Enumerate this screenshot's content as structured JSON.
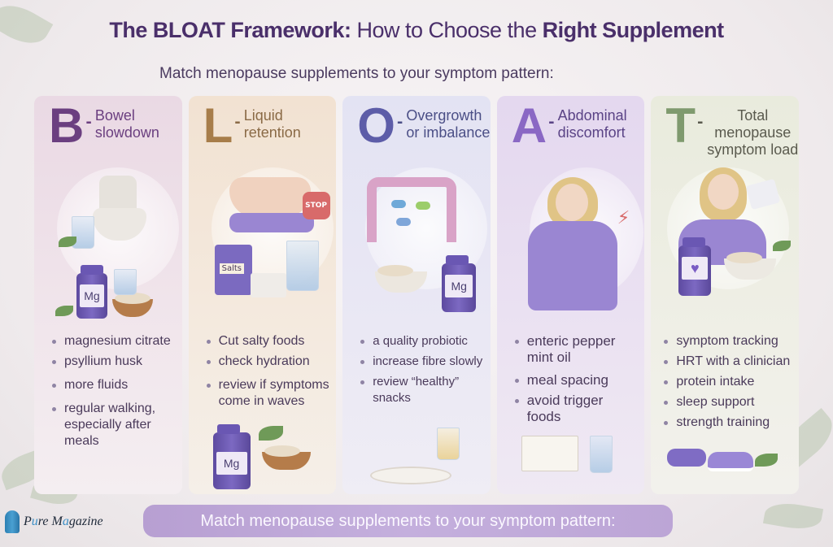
{
  "header": {
    "title_bold_1": "The BLOAT Framework:",
    "title_light": " How to Choose the ",
    "title_bold_2": "Right Supplement",
    "subtitle": "Match menopause supplements to your symptom pattern:"
  },
  "columns": [
    {
      "letter": "B",
      "dash": "-",
      "heading": "Bowel slowdown",
      "accent": "#6b3f80",
      "illustration": [
        "toilet",
        "water-glass",
        "magnesium-bottle",
        "psyllium-bowl"
      ],
      "bottle_label": "Mg",
      "items": [
        "magnesium citrate",
        "psyllium husk",
        "more fluids",
        "regular walking, especially after meals"
      ]
    },
    {
      "letter": "L",
      "dash": "-",
      "heading": "Liquid retention",
      "accent": "#a77d4a",
      "illustration": [
        "hand-on-belly",
        "stop-sign",
        "salts-bag",
        "water-glass",
        "magnesium-bottle"
      ],
      "stop_label": "STOP",
      "salts_label": "Salts",
      "bottle_label": "Mg",
      "items": [
        "Cut salty foods",
        "check hydration",
        "review if symptoms come in waves"
      ]
    },
    {
      "letter": "O",
      "dash": "-",
      "heading": "Overgrowth or imbalance",
      "accent": "#5d5da8",
      "illustration": [
        "gut-microbes",
        "oat-bowl",
        "supplement-bottle",
        "breakfast-plate"
      ],
      "bottle_label": "Mg",
      "items": [
        "a quality probiotic",
        "increase fibre slowly",
        "review “healthy” snacks"
      ]
    },
    {
      "letter": "A",
      "dash": "-",
      "heading": "Abdominal discomfort",
      "accent": "#8a68c4",
      "illustration": [
        "woman-holding-stomach",
        "pain-lightning",
        "meal-log",
        "water-glass"
      ],
      "items": [
        "enteric pepper mint oil",
        "meal spacing",
        "avoid trigger foods"
      ]
    },
    {
      "letter": "T",
      "dash": "-",
      "heading": "Total menopause symptom load",
      "accent": "#7f9a6e",
      "illustration": [
        "woman-with-fan",
        "heart-supplement-bottle",
        "nuts-bowl",
        "dumbbell",
        "sneakers"
      ],
      "items": [
        "symptom tracking",
        "HRT with a clinician",
        "protein intake",
        "sleep support",
        "strength training"
      ]
    }
  ],
  "footer": {
    "banner": "Match menopause supplements to your symptom pattern:",
    "logo_prefix": "P",
    "logo_u": "u",
    "logo_mid": "re M",
    "logo_a": "a",
    "logo_suffix": "gazine"
  },
  "colors": {
    "title": "#4a2f6a",
    "banner": "#c4afdd",
    "shirt": "#9a86d2",
    "bottle": "#6a57b3"
  }
}
